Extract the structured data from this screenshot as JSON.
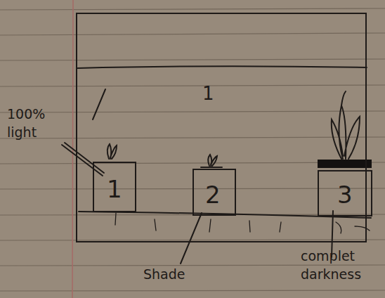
{
  "diagram": {
    "nodes": [
      {
        "text": [
          "1"
        ]
      },
      {
        "text": [
          "1"
        ],
        "in": 0
      },
      {
        "text": [
          "2"
        ],
        "in": 0
      },
      {
        "text": [
          "3"
        ],
        "in": 0
      }
    ],
    "labels": [
      "100% light",
      "Shade",
      "complet darkness"
    ]
  }
}
